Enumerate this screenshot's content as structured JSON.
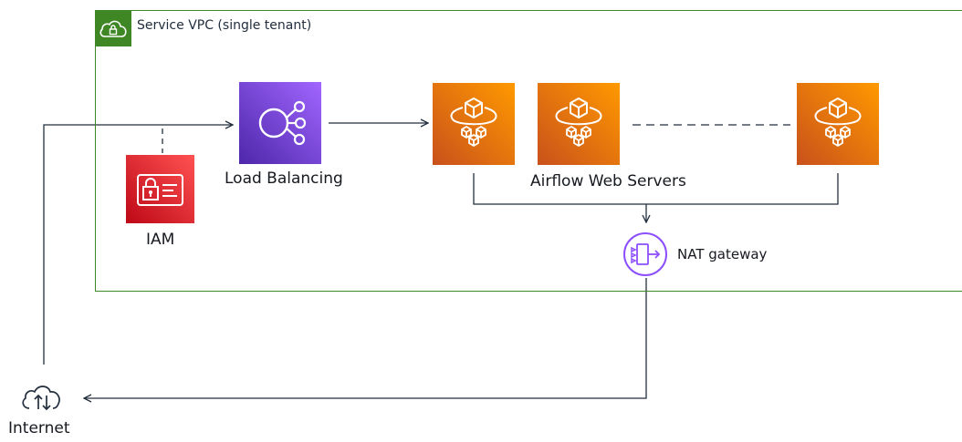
{
  "vpc": {
    "label": "Service VPC (single tenant)",
    "icon": "vpc-lock-cloud-icon",
    "color": "#3f8624"
  },
  "load_balancer": {
    "label": "Load Balancing",
    "icon": "elastic-load-balancing-icon",
    "color": "#8c4fff"
  },
  "iam": {
    "label": "IAM",
    "icon": "iam-identity-card-icon",
    "color": "#dd344c"
  },
  "web_servers": {
    "label": "Airflow Web Servers",
    "icon": "fargate-container-icon",
    "color": "#ed7100"
  },
  "nat_gateway": {
    "label": "NAT gateway",
    "icon": "nat-gateway-icon",
    "color": "#8c4fff"
  },
  "internet": {
    "label": "Internet",
    "icon": "internet-cloud-icon"
  }
}
